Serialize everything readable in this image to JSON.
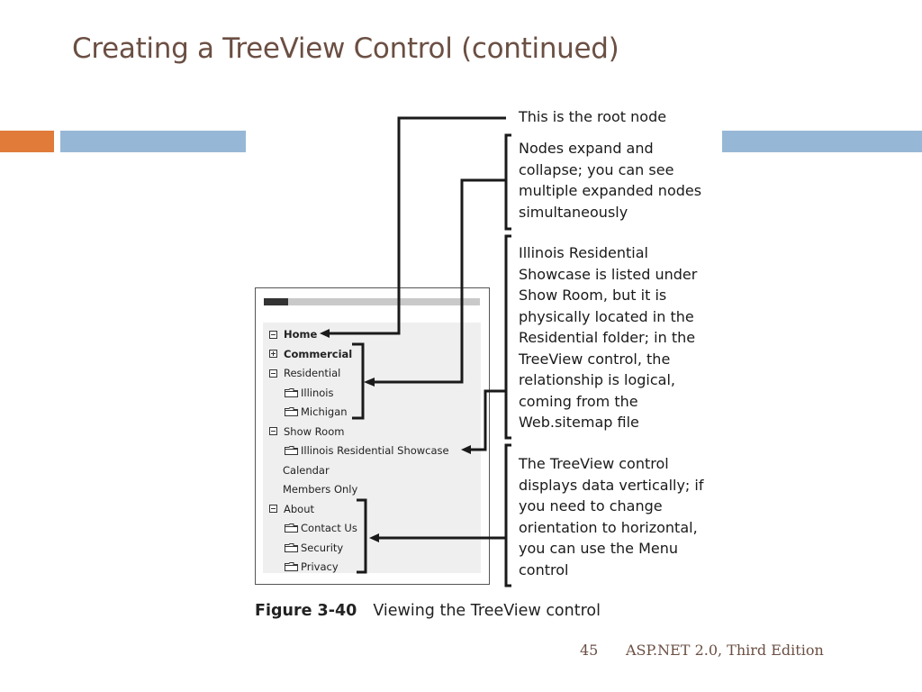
{
  "slide": {
    "title": "Creating a TreeView Control (continued)",
    "page_number": "45",
    "footer_text": "ASP.NET 2.0, Third Edition"
  },
  "tree": {
    "nodes": [
      {
        "label": "Home",
        "expander": "minus",
        "folder": false,
        "bold": true
      },
      {
        "label": "Commercial",
        "expander": "plus",
        "folder": false,
        "bold": true
      },
      {
        "label": "Residential",
        "expander": "minus",
        "folder": false,
        "bold": false
      },
      {
        "label": "Illinois",
        "expander": "none",
        "folder": true,
        "bold": false
      },
      {
        "label": "Michigan",
        "expander": "none",
        "folder": true,
        "bold": false
      },
      {
        "label": "Show Room",
        "expander": "minus",
        "folder": false,
        "bold": false
      },
      {
        "label": "Illinois Residential Showcase",
        "expander": "none",
        "folder": true,
        "bold": false
      },
      {
        "label": "Calendar",
        "expander": "none",
        "folder": false,
        "bold": false
      },
      {
        "label": "Members Only",
        "expander": "none",
        "folder": false,
        "bold": false
      },
      {
        "label": "About",
        "expander": "minus",
        "folder": false,
        "bold": false
      },
      {
        "label": "Contact Us",
        "expander": "none",
        "folder": true,
        "bold": false
      },
      {
        "label": "Security",
        "expander": "none",
        "folder": true,
        "bold": false
      },
      {
        "label": "Privacy",
        "expander": "none",
        "folder": true,
        "bold": false
      }
    ]
  },
  "annotations": [
    {
      "lines": [
        "This is the root node"
      ]
    },
    {
      "lines": [
        "Nodes expand and",
        "collapse; you can see",
        "multiple expanded nodes",
        "simultaneously"
      ]
    },
    {
      "lines": [
        "Illinois Residential",
        "Showcase is listed under",
        "Show Room, but it is",
        "physically located in the",
        "Residential folder; in the",
        "TreeView control, the",
        "relationship is logical,",
        "coming from the",
        "Web.sitemap file"
      ]
    },
    {
      "lines": [
        "The TreeView control",
        "displays data vertically; if",
        "you need to change",
        "orientation to horizontal,",
        "you can use the Menu",
        "control"
      ]
    }
  ],
  "figure": {
    "number": "Figure 3-40",
    "caption": "Viewing the TreeView control"
  },
  "colors": {
    "title": "#6b4f43",
    "accent_orange": "#e07b39",
    "accent_blue": "#97b7d6"
  }
}
